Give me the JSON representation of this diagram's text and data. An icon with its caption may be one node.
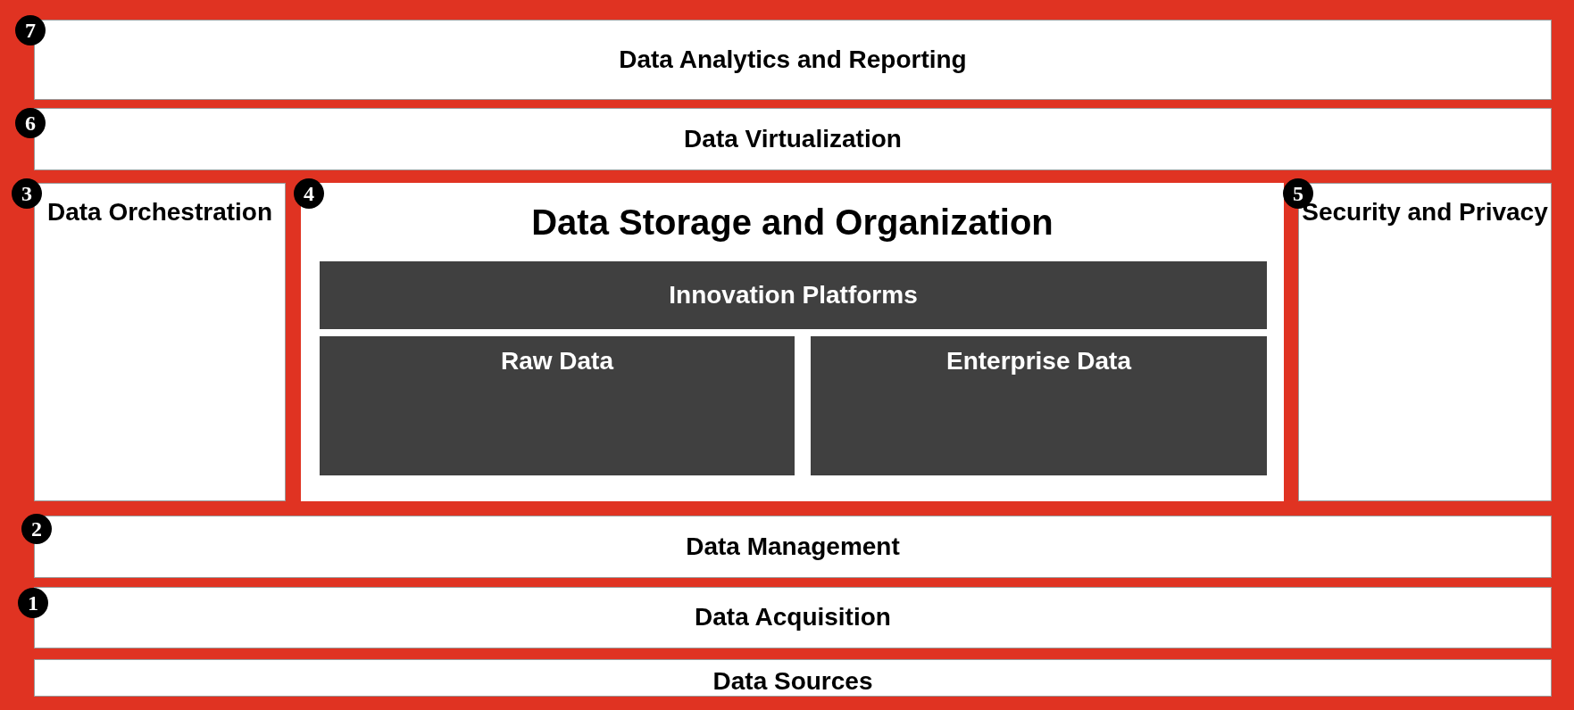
{
  "diagram": {
    "nodes": [
      {
        "text": [
          "Data Analytics and Reporting"
        ]
      },
      {
        "text": [
          "Data Virtualization"
        ]
      },
      {
        "text": [
          "Data Orchestration"
        ]
      },
      {
        "text": [
          "Data Storage and Organization"
        ]
      },
      {
        "text": [
          "Innovation Platforms"
        ],
        "in": 3
      },
      {
        "text": [
          "Raw Data"
        ],
        "in": 3
      },
      {
        "text": [
          "Enterprise Data"
        ],
        "in": 3
      },
      {
        "text": [
          "Security and Privacy"
        ]
      },
      {
        "text": [
          "Data Management"
        ]
      },
      {
        "text": [
          "Data Acquisition"
        ]
      },
      {
        "text": [
          "Data Sources"
        ]
      }
    ],
    "labels": [
      "7",
      "6",
      "3",
      "4",
      "5",
      "2",
      "1"
    ]
  }
}
